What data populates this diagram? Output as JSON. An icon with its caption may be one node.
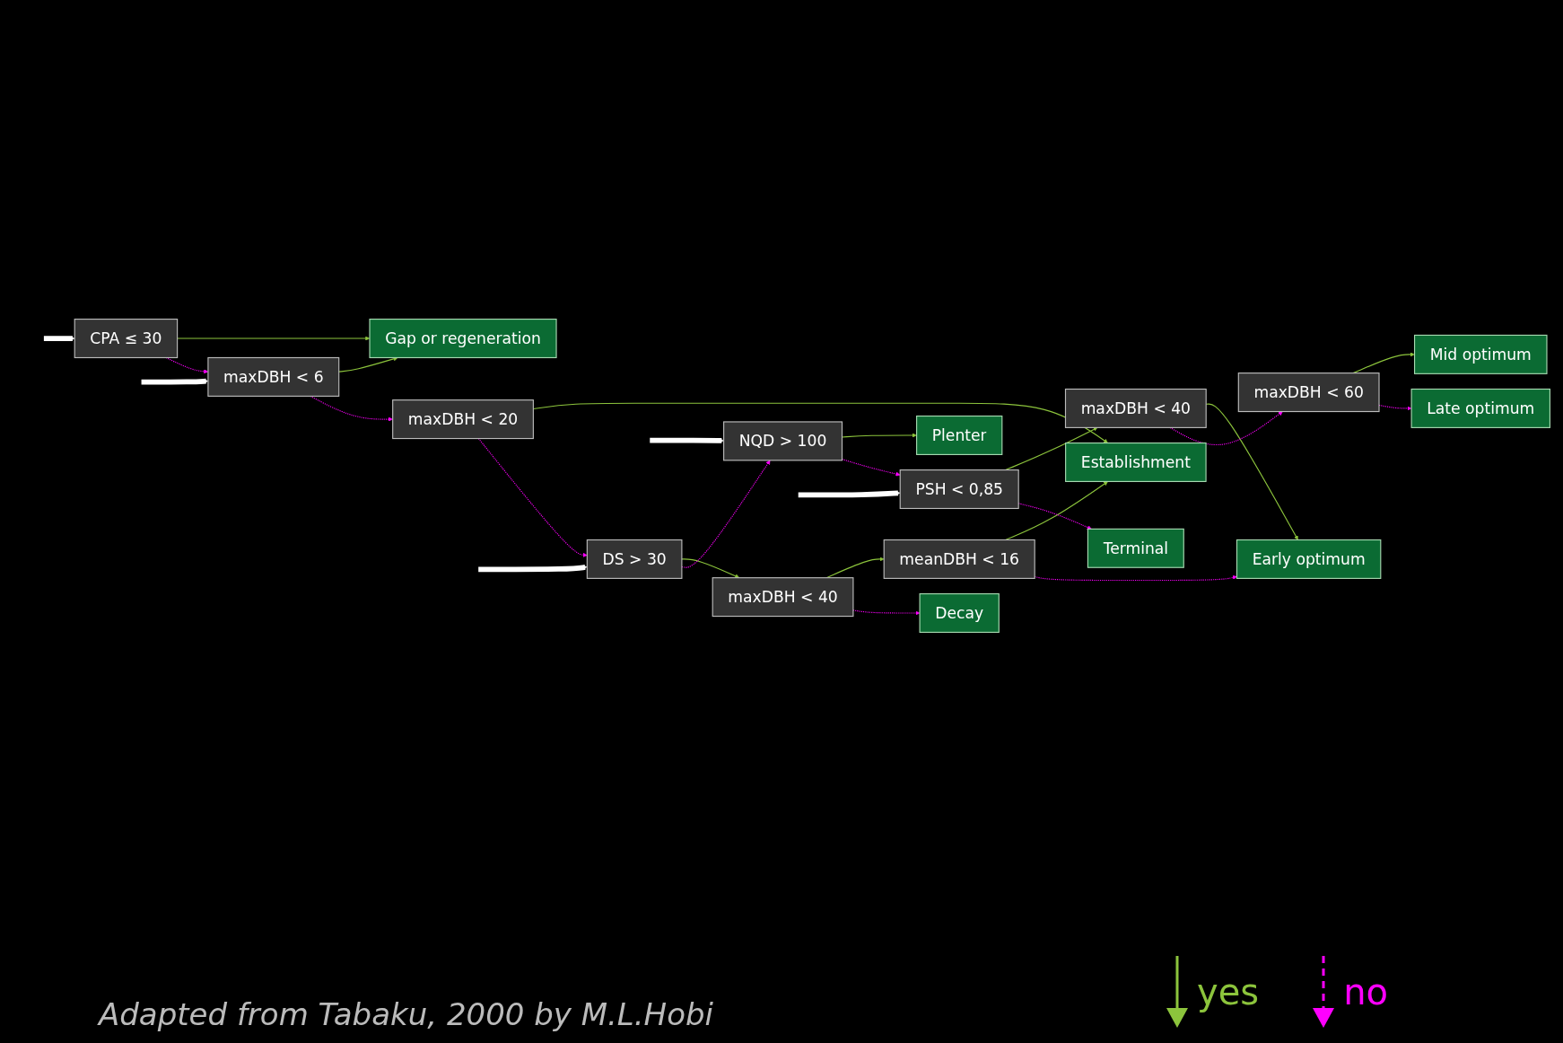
{
  "diagram": {
    "caption": "Adapted from Tabaku, 2000 by M.L.Hobi",
    "nodes": [
      {
        "text": [
          "CPA ≤ 30"
        ]
      },
      {
        "text": [
          "maxDBH < 6"
        ]
      },
      {
        "text": [
          "maxDBH < 20"
        ]
      },
      {
        "text": [
          "DS > 30"
        ]
      },
      {
        "text": [
          "NQD > 100"
        ]
      },
      {
        "text": [
          "PSH < 0,85"
        ]
      },
      {
        "text": [
          "Terminal"
        ]
      },
      {
        "text": [
          "maxDBH < 40"
        ]
      },
      {
        "text": [
          "Decay"
        ]
      },
      {
        "text": [
          "Plenter"
        ]
      },
      {
        "text": [
          "maxDBH < 40"
        ]
      },
      {
        "text": [
          "maxDBH < 60"
        ]
      },
      {
        "text": [
          "Late optimum"
        ]
      },
      {
        "text": [
          "Gap or regeneration"
        ]
      },
      {
        "text": [
          "Establishment"
        ]
      },
      {
        "text": [
          "meanDBH < 16"
        ]
      },
      {
        "text": [
          "Early optimum"
        ]
      },
      {
        "text": [
          "Mid optimum"
        ]
      }
    ],
    "edges": [
      {
        "from": 0,
        "to": 13,
        "arrow": "to",
        "color": "#8cc43c"
      },
      {
        "from": 0,
        "to": 1,
        "arrow": "to",
        "style": "dashed",
        "color": "#ff00ff"
      },
      {
        "from": 1,
        "to": 13,
        "arrow": "to",
        "color": "#8cc43c"
      },
      {
        "from": 1,
        "to": 2,
        "arrow": "to",
        "style": "dashed",
        "color": "#ff00ff"
      },
      {
        "from": 2,
        "to": 14,
        "arrow": "to",
        "color": "#8cc43c"
      },
      {
        "from": 2,
        "to": 3,
        "arrow": "to",
        "style": "dashed",
        "color": "#ff00ff"
      },
      {
        "from": 3,
        "to": 7,
        "arrow": "to",
        "color": "#8cc43c"
      },
      {
        "from": 3,
        "to": 4,
        "arrow": "to",
        "style": "dashed",
        "color": "#ff00ff"
      },
      {
        "from": 7,
        "to": 15,
        "arrow": "to",
        "color": "#8cc43c"
      },
      {
        "from": 7,
        "to": 8,
        "arrow": "to",
        "style": "dashed",
        "color": "#ff00ff"
      },
      {
        "from": 15,
        "to": 14,
        "arrow": "to",
        "color": "#8cc43c"
      },
      {
        "from": 15,
        "to": 16,
        "arrow": "to",
        "style": "dashed",
        "color": "#ff00ff"
      },
      {
        "from": 4,
        "to": 9,
        "arrow": "to",
        "color": "#8cc43c"
      },
      {
        "from": 4,
        "to": 5,
        "arrow": "to",
        "style": "dashed",
        "color": "#ff00ff"
      },
      {
        "from": 5,
        "to": 10,
        "arrow": "to",
        "color": "#8cc43c"
      },
      {
        "from": 5,
        "to": 6,
        "arrow": "to",
        "style": "dashed",
        "color": "#ff00ff"
      },
      {
        "from": 10,
        "to": 16,
        "arrow": "to",
        "color": "#8cc43c"
      },
      {
        "from": 10,
        "to": 11,
        "arrow": "to",
        "style": "dashed",
        "color": "#ff00ff"
      },
      {
        "from": 11,
        "to": 17,
        "arrow": "to",
        "color": "#8cc43c"
      },
      {
        "from": 11,
        "to": 12,
        "arrow": "to",
        "style": "dashed",
        "color": "#ff00ff"
      },
      {
        "from": null,
        "to": 0,
        "arrow": "to",
        "style": "thick",
        "color": "#ffffff"
      },
      {
        "from": null,
        "to": 1,
        "arrow": "to",
        "style": "thick",
        "color": "#ffffff"
      },
      {
        "from": null,
        "to": 3,
        "arrow": "to",
        "style": "thick",
        "color": "#ffffff"
      },
      {
        "from": null,
        "to": 4,
        "arrow": "to",
        "style": "thick",
        "color": "#ffffff"
      },
      {
        "from": null,
        "to": 5,
        "arrow": "to",
        "style": "thick",
        "color": "#ffffff"
      }
    ],
    "legend": [
      {
        "text": "yes"
      },
      {
        "text": "no"
      }
    ]
  }
}
